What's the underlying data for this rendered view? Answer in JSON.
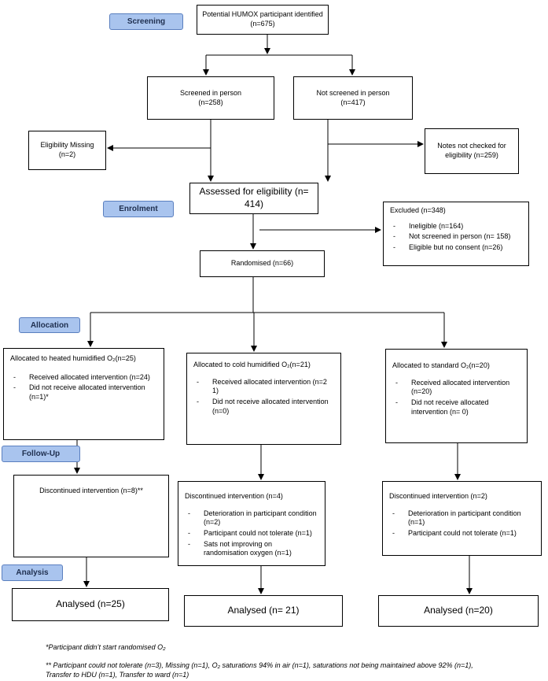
{
  "stages": {
    "screening": "Screening",
    "enrolment": "Enrolment",
    "allocation": "Allocation",
    "follow_up": "Follow-Up",
    "analysis": "Analysis"
  },
  "identified": {
    "line1": "Potential HUMOX participant identified",
    "line2": "(n=675)"
  },
  "screened": {
    "line1": "Screened in person",
    "line2": "(n=258)"
  },
  "not_screened": {
    "line1": "Not screened in person",
    "line2": "(n=417)"
  },
  "eligibility_missing": {
    "line1": "Eligibility Missing",
    "line2": "(n=2)"
  },
  "notes_not_checked": {
    "line1": "Notes not checked for",
    "line2": "eligibility (n=259)"
  },
  "assessed": "Assessed for eligibility (n= 414)",
  "excluded": {
    "title": "Excluded (n=348)",
    "items": [
      "Ineligible (n=164)",
      "Not screened in person (n= 158)",
      "Eligible but no consent (n=26)"
    ]
  },
  "randomised": "Randomised (n=66)",
  "arms": [
    {
      "title": "Allocated to heated humidified O₂(n=25)",
      "items": [
        "Received allocated intervention (n=24)",
        "Did not receive allocated intervention (n=1)*"
      ],
      "discontinued": "Discontinued intervention (n=8)**",
      "disc_items": [],
      "analysed": "Analysed (n=25)"
    },
    {
      "title": "Allocated to cold humidified O₂(n=21)",
      "items": [
        "Received allocated intervention (n=2 1)",
        "Did not receive allocated intervention (n=0)"
      ],
      "discontinued": "Discontinued intervention (n=4)",
      "disc_items": [
        "Deterioration in participant condition (n=2)",
        "Participant could not tolerate (n=1)",
        "Sats not improving on randomisation oxygen (n=1)"
      ],
      "analysed": "Analysed (n= 21)"
    },
    {
      "title": "Allocated to standard O₂(n=20)",
      "items": [
        "Received allocated intervention (n=20)",
        "Did not receive allocated intervention (n= 0)"
      ],
      "discontinued": "Discontinued intervention (n=2)",
      "disc_items": [
        "Deterioration in participant condition (n=1)",
        "Participant could not tolerate (n=1)"
      ],
      "analysed": "Analysed (n=20)"
    }
  ],
  "footnotes": {
    "single": "*Participant didn’t start randomised O₂",
    "double_line1": "** Participant could not tolerate (n=3), Missing (n=1), O₂ saturations 94% in air (n=1), saturations not being maintained above 92% (n=1),",
    "double_line2": "Transfer to HDU (n=1), Transfer to ward (n=1)"
  }
}
